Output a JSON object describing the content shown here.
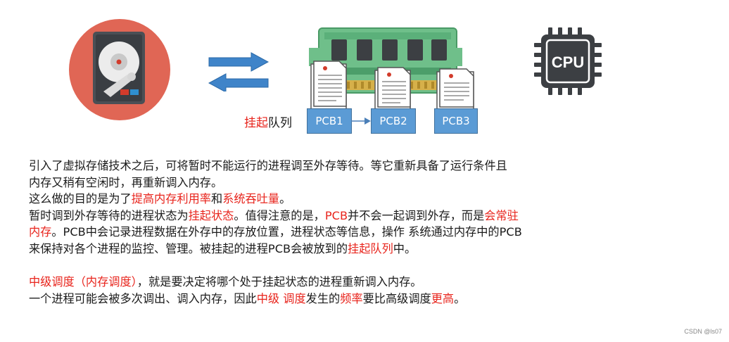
{
  "diagram": {
    "cpu_label": "CPU",
    "pcb_boxes": [
      "PCB1",
      "PCB2",
      "PCB3"
    ],
    "queue_label": {
      "highlight": "挂起",
      "rest": "队列"
    },
    "highlight_color": "#e8241c",
    "pcb_box_color": "#5b9bd5",
    "icons": [
      "hard-disk-icon",
      "swap-arrows-icon",
      "ram-memory-icon",
      "document-icon",
      "cpu-chip-icon"
    ]
  },
  "text": {
    "p1_l1": "引入了虚拟存储技术之后，可将暂时不能运行的进程调至外存等待。等它重新具备了运行条件且",
    "p1_l2": "内存又稍有空闲时，再重新调入内存。",
    "p2_a": "这么做的目的是为了",
    "p2_b": "提高内存利用率",
    "p2_c": "和",
    "p2_d": "系统吞吐量",
    "p2_e": "。",
    "p3_a": "暂时调到外存等待的进程状态为",
    "p3_b": "挂起状态",
    "p3_c": "。值得注意的是，",
    "p3_d": "PCB",
    "p3_e": "并不会一起调到外存，而是",
    "p3_f": "会常驻",
    "p3_g": "内存",
    "p3_h": "。PCB中会记录进程数据在外存中的存放位置，进程状态等信息，操作 系统通过内存中的PCB",
    "p3_i": "来保持对各个进程的监控、管理。被挂起的进程PCB会被放到的",
    "p3_j": "挂起队列",
    "p3_k": "中。",
    "p4_a": "中级调度（内存调度）",
    "p4_b": "，就是要决定将哪个处于挂起状态的进程重新调入内存。",
    "p5_a": "一个进程可能会被多次调出、调入内存，因此",
    "p5_b": "中级 调度",
    "p5_c": "发生的",
    "p5_d": "频率",
    "p5_e": "要比高级调度",
    "p5_f": "更高",
    "p5_g": "。"
  },
  "watermark": "CSDN @ls07"
}
